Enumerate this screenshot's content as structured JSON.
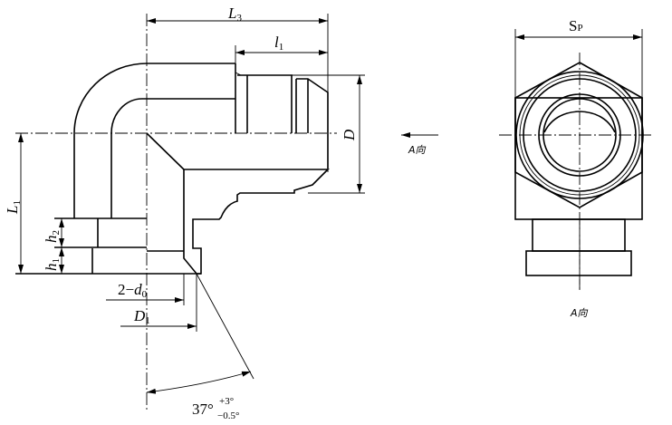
{
  "side_view": {
    "dim_L3": "L",
    "dim_L3_sub": "3",
    "dim_l1": "l",
    "dim_l1_sub": "1",
    "dim_D": "D",
    "dim_L1": "L",
    "dim_L1_sub": "1",
    "dim_h2": "h",
    "dim_h2_sub": "2",
    "dim_h1": "h",
    "dim_h1_sub": "1",
    "dim_d0_prefix": "2−",
    "dim_d0": "d",
    "dim_d0_sub": "0",
    "dim_D1": "D",
    "dim_D1_sub": "1",
    "angle": "37°",
    "angle_upper_tol": "+3°",
    "angle_lower_tol": "−0.5°",
    "view_arrow_label": "A向"
  },
  "end_view": {
    "dim_Sp": "S",
    "dim_Sp_sub": "P",
    "view_label": "A向"
  }
}
